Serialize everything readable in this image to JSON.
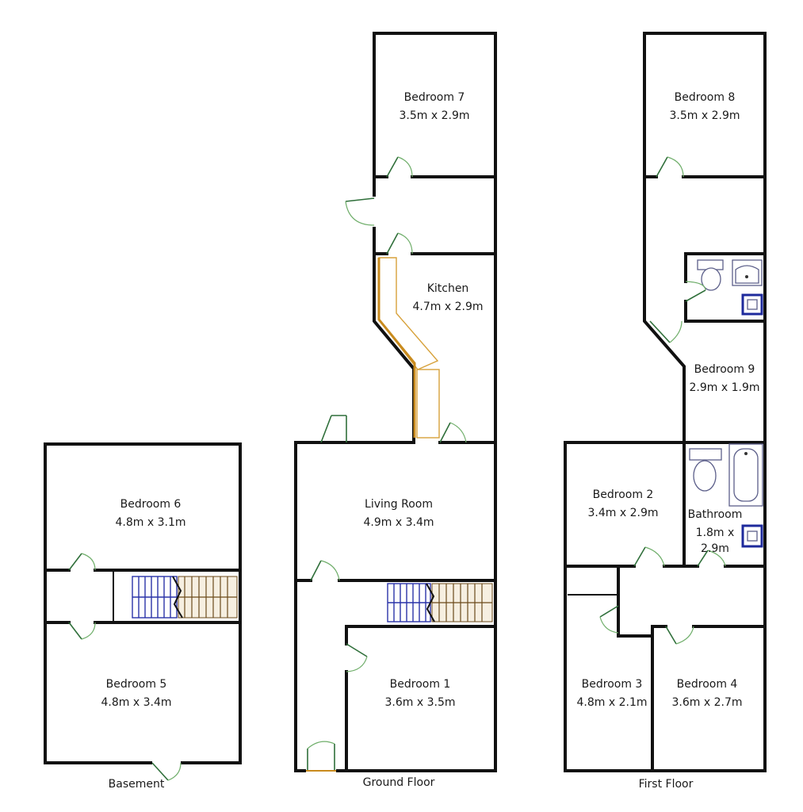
{
  "floors": {
    "basement": {
      "label": "Basement",
      "rooms": [
        {
          "name": "Bedroom 6",
          "size": "4.8m x 3.1m"
        },
        {
          "name": "Bedroom 5",
          "size": "4.8m x 3.4m"
        }
      ]
    },
    "ground": {
      "label": "Ground Floor",
      "rooms": [
        {
          "name": "Bedroom 7",
          "size": "3.5m x 2.9m"
        },
        {
          "name": "Kitchen",
          "size": "4.7m x 2.9m"
        },
        {
          "name": "Living Room",
          "size": "4.9m x 3.4m"
        },
        {
          "name": "Bedroom 1",
          "size": "3.6m x 3.5m"
        }
      ]
    },
    "first": {
      "label": "First Floor",
      "rooms": [
        {
          "name": "Bedroom 8",
          "size": "3.5m x 2.9m"
        },
        {
          "name": "Bedroom 9",
          "size": "2.9m x 1.9m"
        },
        {
          "name": "Bedroom 2",
          "size": "3.4m x 2.9m"
        },
        {
          "name": "Bathroom",
          "size_line1": "1.8m x",
          "size_line2": "2.9m"
        },
        {
          "name": "Bedroom 3",
          "size": "4.8m x 2.1m"
        },
        {
          "name": "Bedroom 4",
          "size": "3.6m x 2.7m"
        }
      ]
    }
  },
  "colors": {
    "wall": "#111111",
    "door": "#2f6f3a",
    "counter": "#d7a13a",
    "stairs_blue": "#2a33a8",
    "stairs_brown": "#6b4a1a",
    "fixture_blue": "#1e2a9c"
  }
}
